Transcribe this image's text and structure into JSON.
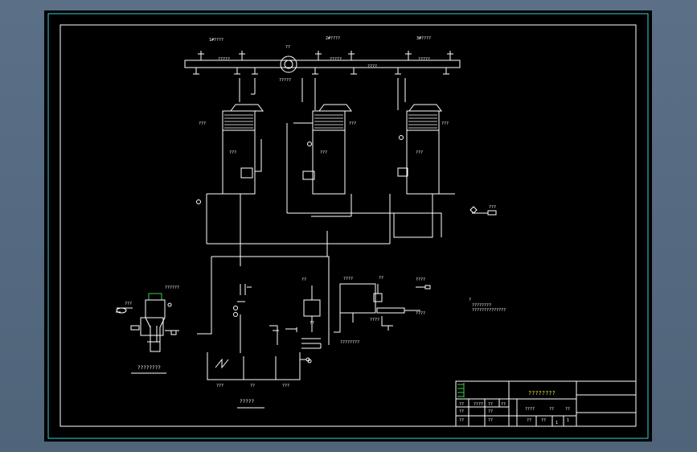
{
  "colors": {
    "background": "#566b80",
    "sheet": "#000000",
    "frame": "#39d0d8",
    "lines": "#ffffff",
    "accent_green": "#3ad04a",
    "title_yellow": "#e8e83a"
  },
  "drawing": {
    "fan_label": "??",
    "fan_caption": "?????",
    "duct_label": "????",
    "towers": [
      {
        "tag": "1#????",
        "side_label": "???",
        "inner_label": "???"
      },
      {
        "tag": "2#????",
        "side_label": "???",
        "inner_label": "???"
      },
      {
        "tag": "3#????",
        "side_label": "???",
        "inner_label": "???"
      }
    ],
    "pipe_labels": [
      "?????",
      "?????",
      "?????"
    ],
    "right_outlet_label": "???",
    "dosing_unit_caption": "????????",
    "dosing_top_label": "??????",
    "dosing_left_label": "???",
    "tank_caption": "?????",
    "tank_labels": [
      "???",
      "??",
      "???"
    ],
    "small_tank_label": "??",
    "small_tank_top": "??",
    "filter_label": "????",
    "filter_top": "??",
    "filter_right": "????",
    "filter_bottom": "????????",
    "filter_side": "????",
    "filter_pump": "????",
    "notes_title": "?",
    "notes_line1": "????????",
    "notes_line2": "??????????????"
  },
  "title_block": {
    "drawing_title": "????????",
    "row_labels": [
      "??",
      "??",
      "??",
      "??"
    ],
    "col_labels": [
      "????",
      "??",
      "??",
      "??"
    ],
    "values": [
      "??",
      "????",
      "??",
      "??",
      "??",
      "??",
      "??",
      "?",
      "??",
      "??"
    ],
    "scale": "??",
    "sheet": "??",
    "count": "1",
    "sheets": "1"
  }
}
